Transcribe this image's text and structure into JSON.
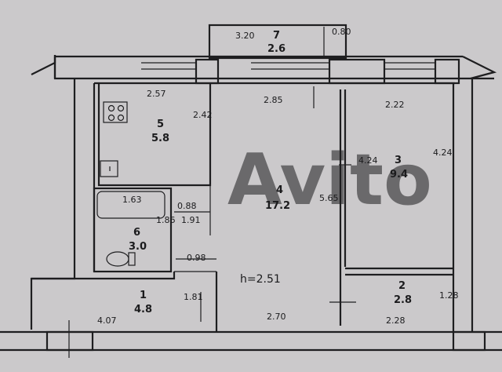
{
  "rooms": [
    {
      "number": "7",
      "area": "2.6"
    },
    {
      "number": "5",
      "area": "5.8"
    },
    {
      "number": "4",
      "area": "17.2"
    },
    {
      "number": "3",
      "area": "9.4"
    },
    {
      "number": "6",
      "area": "3.0"
    },
    {
      "number": "2",
      "area": "2.8"
    },
    {
      "number": "1",
      "area": "4.8"
    }
  ],
  "dimensions": {
    "d_320": "3.20",
    "d_080": "0.80",
    "d_257": "2.57",
    "d_285": "2.85",
    "d_222": "2.22",
    "d_242_kitchen": "2.42",
    "d_424_a": "4.24",
    "d_424_b": "4.24",
    "d_163": "1.63",
    "d_088": "0.88",
    "d_565": "5.65",
    "d_186": "1.86",
    "d_191": "1.91",
    "d_098": "0.98",
    "d_181": "1.81",
    "d_407": "4.07",
    "d_270": "2.70",
    "d_228": "2.28",
    "d_128": "1.28"
  },
  "ceiling_height": "h=2.51"
}
